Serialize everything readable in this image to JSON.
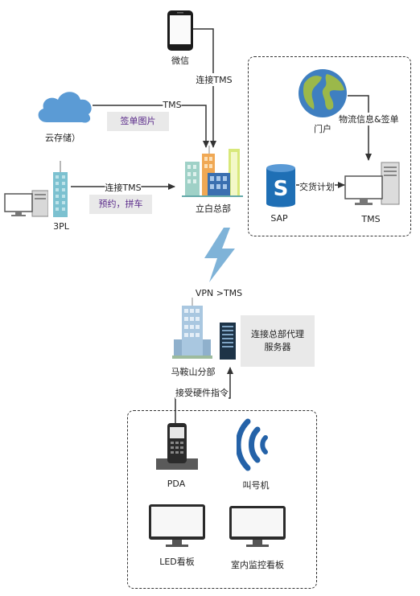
{
  "nodes": {
    "wechat": "微信",
    "cloud": "云存储）",
    "tpl": "3PL",
    "hq": "立白总部",
    "portal": "门户",
    "sap": "SAP",
    "tms": "TMS",
    "branch": "马鞍山分部",
    "pda": "PDA",
    "caller": "叫号机",
    "led": "LED看板",
    "monitor": "室内监控看板"
  },
  "edges": {
    "wechat_hq": "连接TMS",
    "cloud_hq": "TMS",
    "tpl_hq": "连接TMS",
    "portal_tms": "物流信息&签单",
    "sap_tms": "交货计划",
    "vpn": "VPN >TMS",
    "devices_branch": "接受硬件指令"
  },
  "notes": {
    "cloud_note": "签单图片",
    "tpl_note": "预约，拼车",
    "branch_note": "连接总部代理服务器"
  },
  "colors": {
    "line": "#333333",
    "note_bg": "#e9e9e9",
    "note_purple": "#5a2a8a",
    "cloud": "#5b9bd5",
    "bolt": "#7fb3d8",
    "sap_blue": "#1f6fb5"
  }
}
